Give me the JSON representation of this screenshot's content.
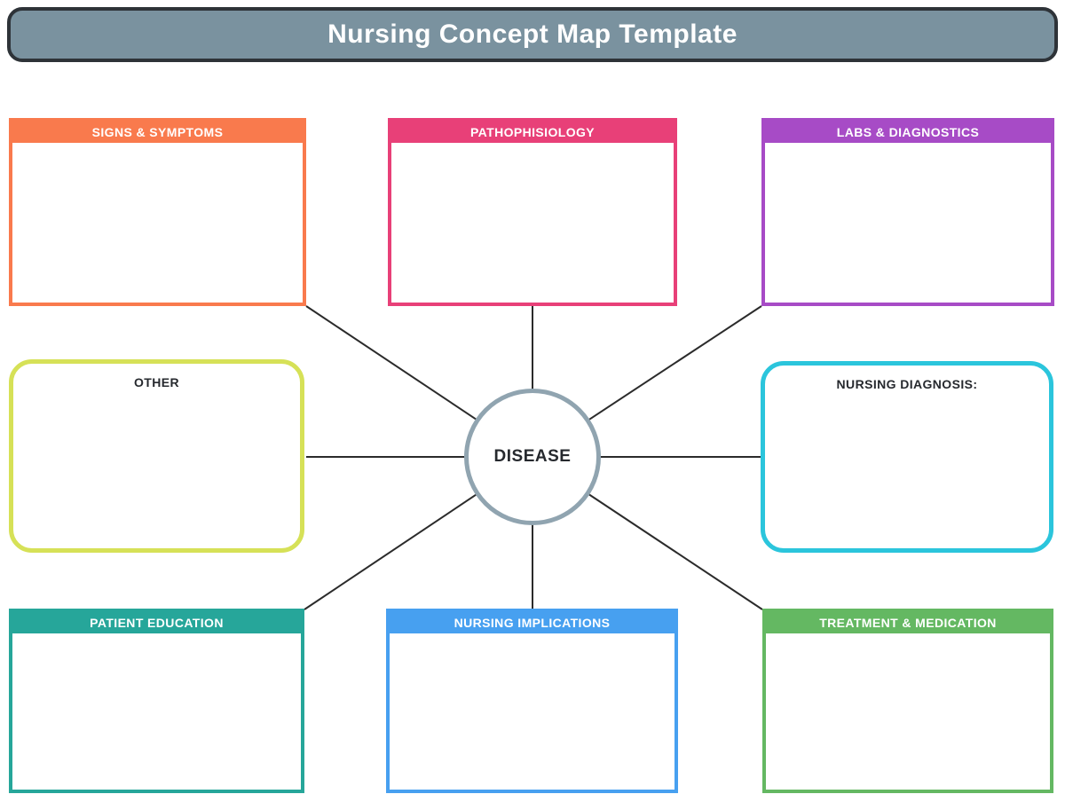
{
  "title": "Nursing Concept Map Template",
  "center": {
    "label": "DISEASE"
  },
  "colors": {
    "title_bar_fill": "#7A929F",
    "title_bar_border": "#2E3338",
    "title_text": "#FFFFFF",
    "header_text": "#FFFFFF",
    "label_text": "#26292E",
    "connector": "#2B2B2B",
    "circle_border": "#90A4B0"
  },
  "boxes": [
    {
      "id": "signs-symptoms",
      "label": "SIGNS & SYMPTOMS",
      "color": "#F97A4D"
    },
    {
      "id": "pathophisiology",
      "label": "PATHOPHISIOLOGY",
      "color": "#E84078"
    },
    {
      "id": "labs-diagnostics",
      "label": "LABS & DIAGNOSTICS",
      "color": "#A74BC6"
    },
    {
      "id": "other",
      "label": "OTHER",
      "color": "#D6E157"
    },
    {
      "id": "nursing-diagnosis",
      "label": "NURSING DIAGNOSIS:",
      "color": "#2BC5DC"
    },
    {
      "id": "patient-education",
      "label": "PATIENT EDUCATION",
      "color": "#26A69A"
    },
    {
      "id": "nursing-implications",
      "label": "NURSING IMPLICATIONS",
      "color": "#47A0F0"
    },
    {
      "id": "treatment-medication",
      "label": "TREATMENT & MEDICATION",
      "color": "#64B862"
    }
  ]
}
